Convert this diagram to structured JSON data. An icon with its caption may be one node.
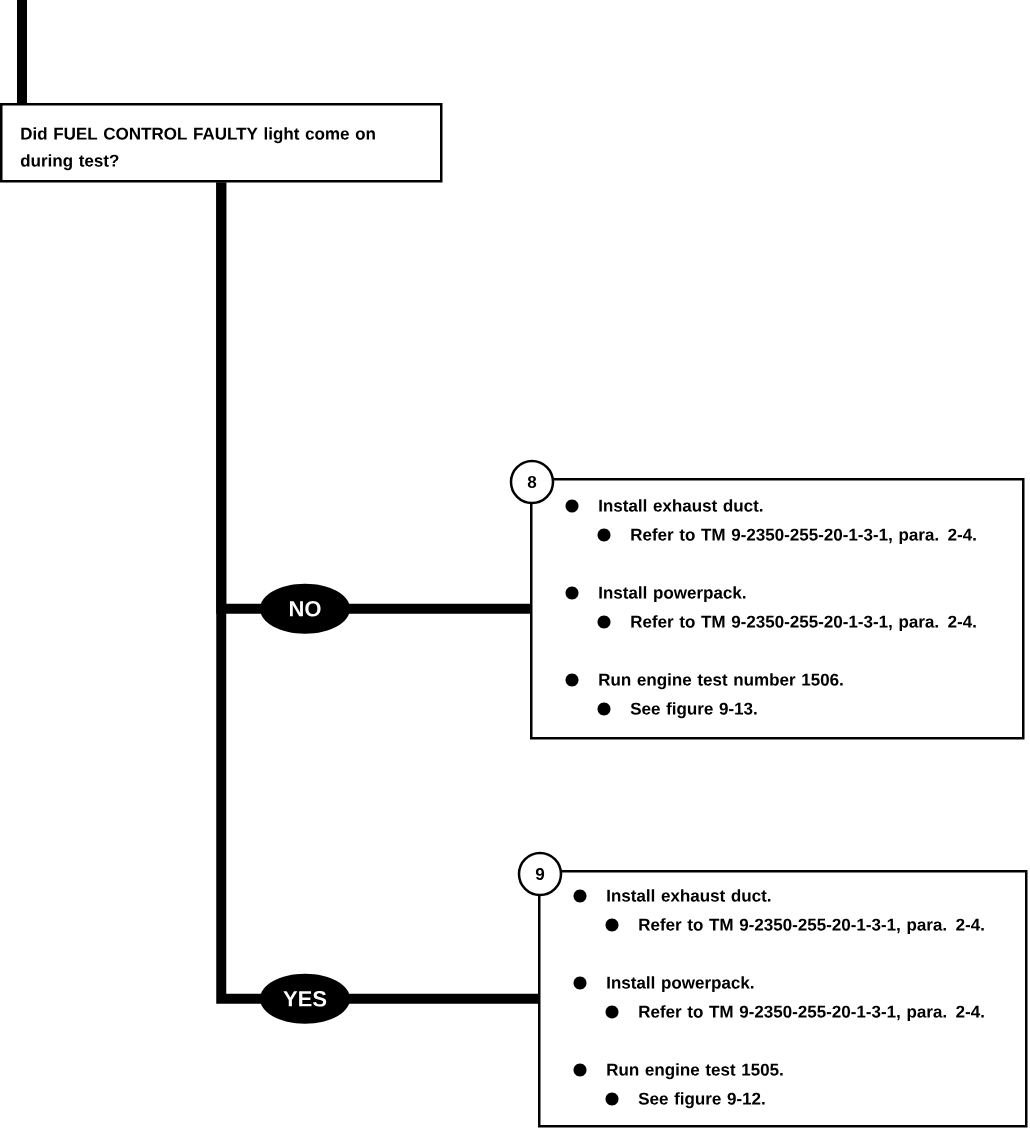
{
  "diagram": {
    "nodes": [
      {
        "text": [
          "Did FUEL CONTROL FAULTY light come on during test?"
        ]
      },
      {
        "text": [
          "8",
          "Install exhaust duct.",
          "Refer to TM 9-2350-255-20-1-3-1, para. 2-4.",
          "Install powerpack.",
          "Refer to TM 9-2350-255-20-1-3-1, para. 2-4.",
          "Run engine test number 1506.",
          "See figure 9-13."
        ]
      },
      {
        "text": [
          "9",
          "Install exhaust duct.",
          "Refer to TM 9-2350-255-20-1-3-1, para. 2-4.",
          "Install powerpack.",
          "Refer to TM 9-2350-255-20-1-3-1, para. 2-4.",
          "Run engine test 1505.",
          "See figure 9-12."
        ]
      }
    ],
    "edges": [
      {
        "from": null,
        "to": 0,
        "arrow": "none"
      },
      {
        "from": 0,
        "to": 1,
        "arrow": "none",
        "label": "NO"
      },
      {
        "from": 0,
        "to": 2,
        "arrow": "none",
        "label": "YES"
      }
    ]
  }
}
